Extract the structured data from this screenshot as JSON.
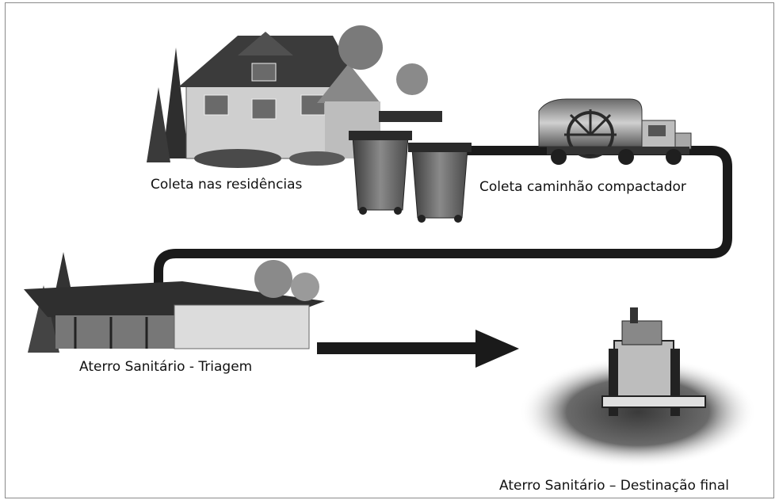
{
  "labels": {
    "residencias": "Coleta nas residências",
    "caminhao": "Coleta caminhão compactador",
    "triagem": "Aterro Sanitário - Triagem",
    "destino": "Aterro Sanitário – Destinação final"
  },
  "icons": {
    "house": "house-icon",
    "bins": "trash-bins-icon",
    "truck": "compactor-truck-icon",
    "shed": "sorting-shed-icon",
    "bulldozer": "bulldozer-icon",
    "arrow": "flow-arrow"
  },
  "colors": {
    "path": "#1a1a1a",
    "text": "#111111"
  }
}
